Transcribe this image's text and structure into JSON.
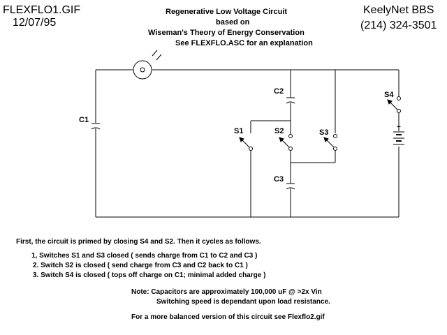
{
  "header": {
    "file_name": "FLEXFLO1.GIF",
    "date": "12/07/95",
    "bbs_name": "KeelyNet BBS",
    "phone": "(214) 324-3501",
    "title_line1": "Regenerative Low Voltage Circuit",
    "title_line2": "based on",
    "title_line3": "Wiseman's Theory of Energy Conservation",
    "title_line4": "See FLEXFLO.ASC for an explanation"
  },
  "circuit": {
    "capacitor_labels": [
      "C1",
      "C2",
      "C3"
    ],
    "switch_labels": [
      "S1",
      "S2",
      "S3",
      "S4"
    ],
    "battery_plus": "+"
  },
  "notes": {
    "intro": "First, the circuit is primed by closing S4 and S2.  Then it cycles as follows.",
    "steps": [
      "1,   Switches S1 and S3 closed  ( sends charge from C1 to C2 and C3 )",
      "2.  Switch S2 is closed  ( send charge from C3 and C2 back to C1 )",
      "3.  Switch S4 is closed   ( tops off charge on C1; minimal added charge )"
    ],
    "note_line1": "Note:  Capacitors are approximately 100,000 uF @ >2x Vin",
    "note_line2": "Switching speed is dependant upon load resistance.",
    "footer": "For a more balanced version of this circuit see Flexflo2.gif"
  }
}
